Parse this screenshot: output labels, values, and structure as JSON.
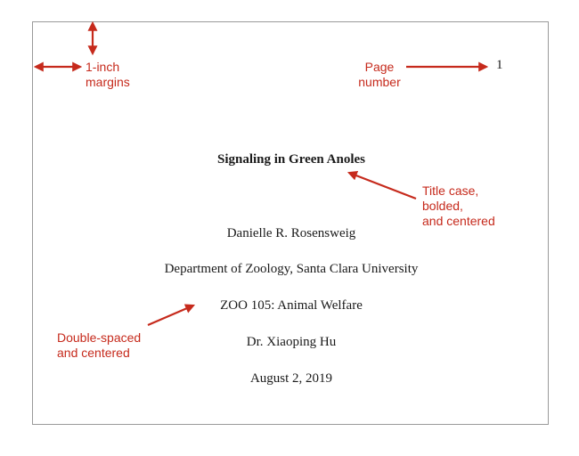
{
  "document": {
    "page_number": "1",
    "title": "Signaling in Green Anoles",
    "author": "Danielle R. Rosensweig",
    "department": "Department of Zoology, Santa Clara University",
    "course": "ZOO 105: Animal Welfare",
    "instructor": "Dr. Xiaoping Hu",
    "date": "August 2, 2019"
  },
  "annotations": {
    "margins": [
      "1-inch",
      "margins"
    ],
    "page_number": [
      "Page",
      "number"
    ],
    "title": [
      "Title case,",
      "bolded,",
      "and centered"
    ],
    "spacing": [
      "Double-spaced",
      "and centered"
    ]
  },
  "colors": {
    "annotation": "#c62a1c",
    "page_border": "#9a9a9a"
  }
}
